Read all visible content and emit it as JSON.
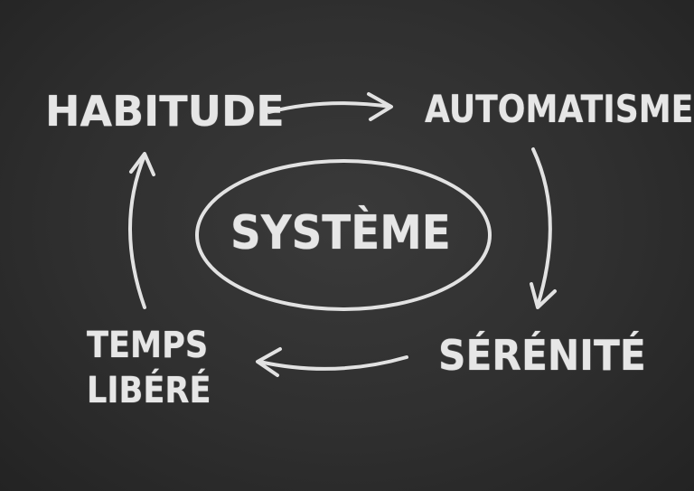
{
  "nodes": {
    "habitude": "HABITUDE",
    "automatisme": "AUTOMATISME",
    "serenite": "SÉRÉNITÉ",
    "temps1": "TEMPS",
    "temps2": "LIBÉRÉ",
    "center": "SYSTÈME"
  },
  "colors": {
    "chalk": "#e6e6e6",
    "board": "#2e2e2e"
  }
}
